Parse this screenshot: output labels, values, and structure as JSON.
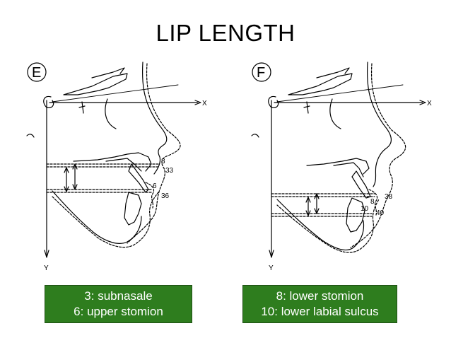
{
  "title": "LIP LENGTH",
  "panels": [
    {
      "letter": "E",
      "x_axis_label": "X",
      "y_axis_label": "Y",
      "landmarks": [
        "3",
        "33",
        "6",
        "36"
      ],
      "caption": [
        "3: subnasale",
        "6: upper stomion"
      ]
    },
    {
      "letter": "F",
      "x_axis_label": "X",
      "y_axis_label": "Y",
      "landmarks": [
        "38",
        "8",
        "10",
        "40"
      ],
      "caption": [
        "8: lower stomion",
        "10: lower labial sulcus"
      ]
    }
  ],
  "colors": {
    "caption_bg": "#2e7d1e",
    "caption_text": "#ffffff"
  }
}
